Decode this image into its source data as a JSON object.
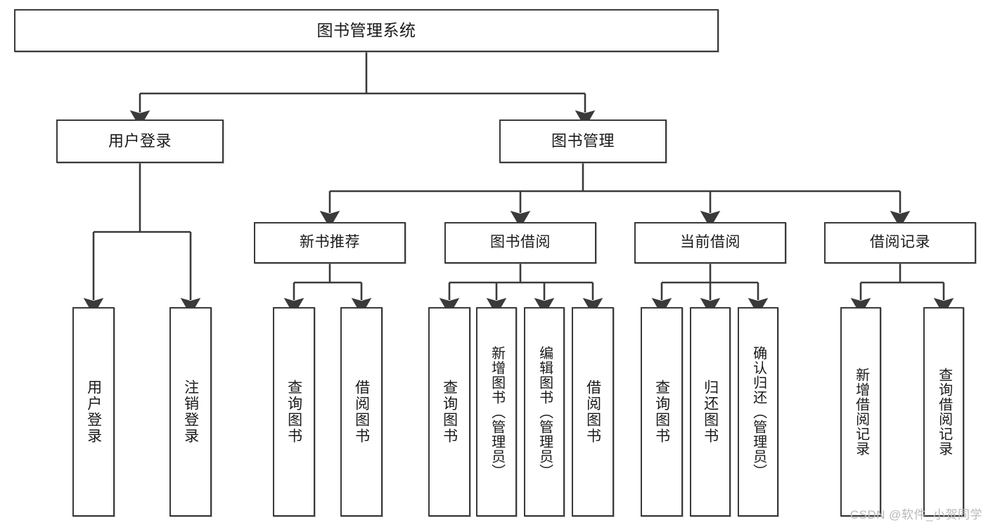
{
  "diagram": {
    "title": "图书管理系统",
    "type": "tree-hierarchy-chart",
    "root": {
      "label": "图书管理系统"
    },
    "level2": [
      {
        "label": "用户登录"
      },
      {
        "label": "图书管理"
      }
    ],
    "level3": [
      {
        "label": "新书推荐"
      },
      {
        "label": "图书借阅"
      },
      {
        "label": "当前借阅"
      },
      {
        "label": "借阅记录"
      }
    ],
    "leaves": {
      "user_login": [
        {
          "label": "用户登录"
        },
        {
          "label": "注销登录"
        }
      ],
      "new_book_recommend": [
        {
          "label": "查询图书"
        },
        {
          "label": "借阅图书"
        }
      ],
      "book_borrow": [
        {
          "label": "查询图书"
        },
        {
          "label": "新增图书（管理员）"
        },
        {
          "label": "编辑图书（管理员）"
        },
        {
          "label": "借阅图书"
        }
      ],
      "current_borrow": [
        {
          "label": "查询图书"
        },
        {
          "label": "归还图书"
        },
        {
          "label": "确认归还（管理员）"
        }
      ],
      "borrow_records": [
        {
          "label": "新增借阅记录"
        },
        {
          "label": "查询借阅记录"
        }
      ]
    }
  },
  "watermark": {
    "text": "CSDN @软件_小贺同学"
  },
  "colors": {
    "border": "#3a3a3a",
    "text": "#1a1a1a",
    "background": "#ffffff",
    "watermark": "#b9b9b9"
  }
}
